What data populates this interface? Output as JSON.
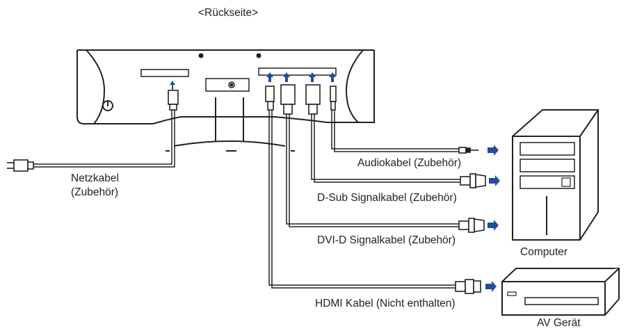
{
  "title": "<Rückseite>",
  "labels": {
    "power_cable": "Netzkabel",
    "power_cable_note": "(Zubehör)",
    "audio_cable": "Audiokabel (Zubehör)",
    "dsub_cable": "D-Sub Signalkabel (Zubehör)",
    "dvi_cable": "DVI-D Signalkabel (Zubehör)",
    "hdmi_cable": "HDMI  Kabel (Nicht enthalten)",
    "computer": "Computer",
    "av_device": "AV Gerät"
  },
  "colors": {
    "arrow": "#1f4e9b",
    "line": "#231f20"
  }
}
